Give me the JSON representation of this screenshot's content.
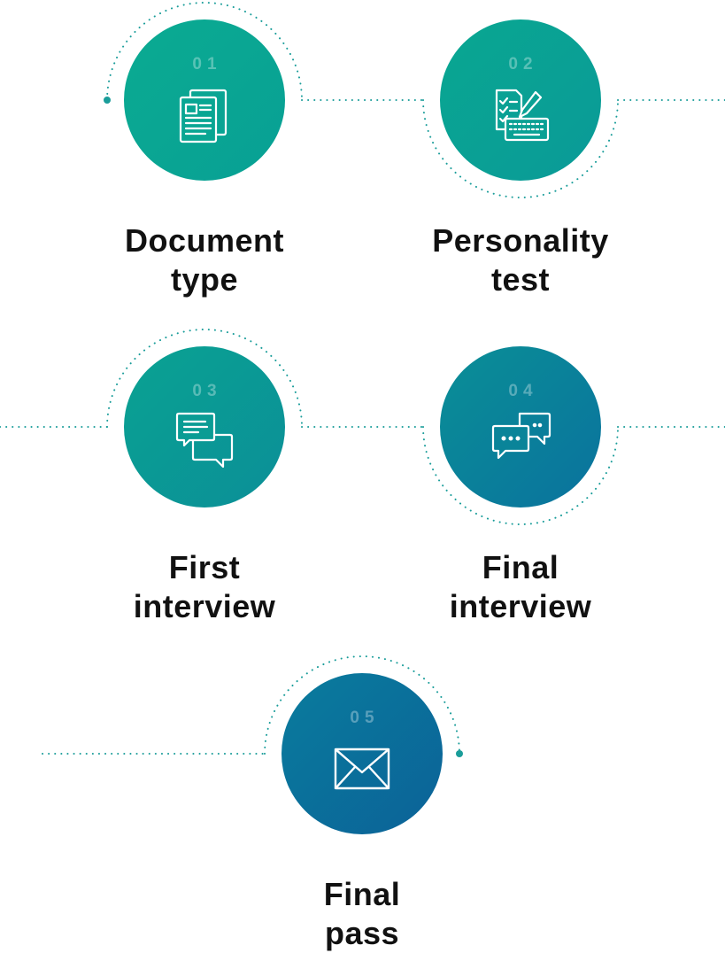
{
  "colors": {
    "teal": "#0aa594",
    "teal_dark": "#079b8f",
    "blue_teal": "#0d8b98",
    "blue": "#0a7a9c",
    "navy_blue": "#0b6b99",
    "dots": "#1a9d9a",
    "text": "#111111"
  },
  "steps": [
    {
      "number": "01",
      "title_line1": "Document",
      "title_line2": "type",
      "icon": "document-icon"
    },
    {
      "number": "02",
      "title_line1": "Personality",
      "title_line2": "test",
      "icon": "checklist-pencil-keyboard-icon"
    },
    {
      "number": "03",
      "title_line1": "First",
      "title_line2": "interview",
      "icon": "chat-bubbles-icon"
    },
    {
      "number": "04",
      "title_line1": "Final",
      "title_line2": "interview",
      "icon": "chat-dots-icon"
    },
    {
      "number": "05",
      "title_line1": "Final",
      "title_line2": "pass",
      "icon": "envelope-icon"
    }
  ]
}
